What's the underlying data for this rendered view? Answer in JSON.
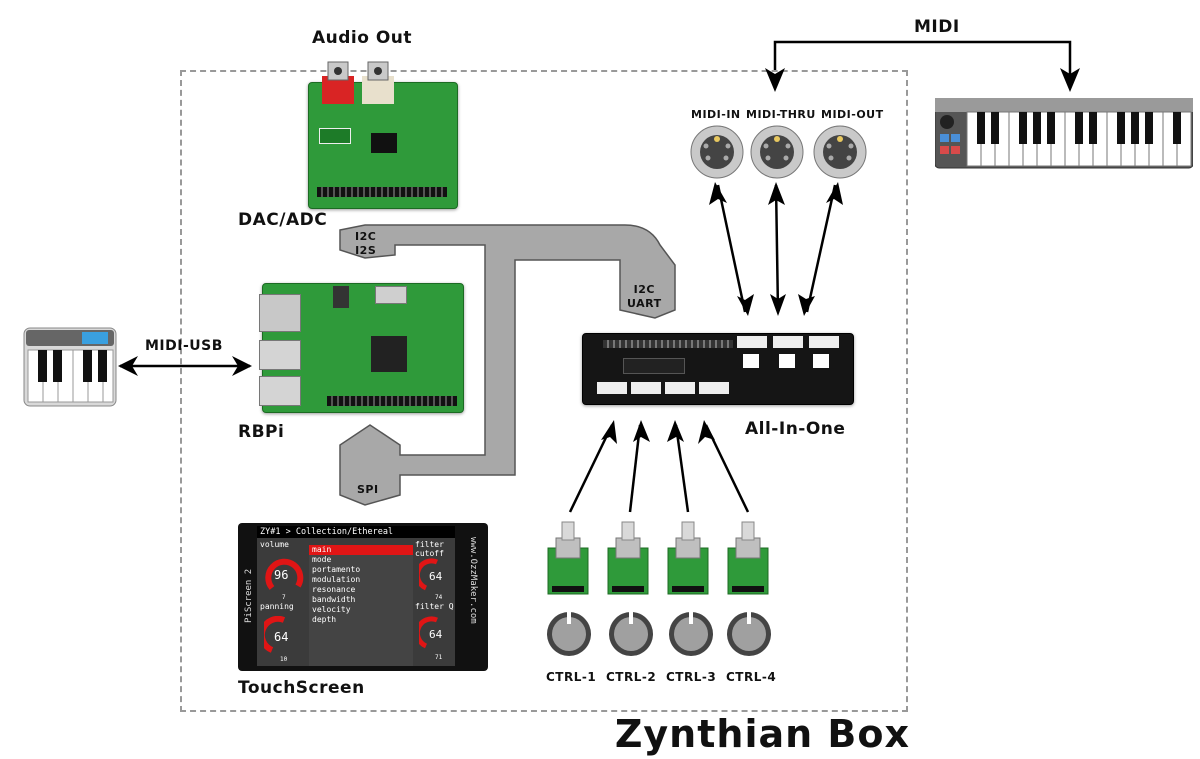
{
  "title": "Zynthian Box",
  "labels": {
    "audio_out": "Audio Out",
    "dac_adc": "DAC/ADC",
    "rbpi": "RBPi",
    "touchscreen": "TouchScreen",
    "all_in_one": "All-In-One",
    "midi": "MIDI",
    "midi_usb": "MIDI-USB",
    "i2c_i2s": [
      "I2C",
      "I2S"
    ],
    "i2c_uart": [
      "I2C",
      "UART"
    ],
    "spi": "SPI"
  },
  "midi_ports": [
    "MIDI-IN",
    "MIDI-THRU",
    "MIDI-OUT"
  ],
  "controls": [
    "CTRL-1",
    "CTRL-2",
    "CTRL-3",
    "CTRL-4"
  ],
  "screen": {
    "header": "ZY#1 > Collection/Ethereal",
    "left_params": [
      {
        "name": "volume",
        "value": "96",
        "sub": "7"
      },
      {
        "name": "panning",
        "value": "64",
        "sub": "10"
      }
    ],
    "right_params": [
      {
        "name": "filter\ncutoff",
        "value": "64",
        "sub": "74"
      },
      {
        "name": "filter Q",
        "value": "64",
        "sub": "71"
      }
    ],
    "menu": [
      "main",
      "mode",
      "portamento",
      "modulation",
      "resonance",
      "bandwidth",
      "velocity",
      "depth"
    ],
    "side_left": "PiScreen 2",
    "side_right": "www.OzzMaker.com"
  },
  "colors": {
    "pcb_green": "#2f9a3a",
    "bus_gray": "#a9a9a9",
    "knob_gray": "#9a9a9a",
    "accent_red": "#e01515"
  }
}
